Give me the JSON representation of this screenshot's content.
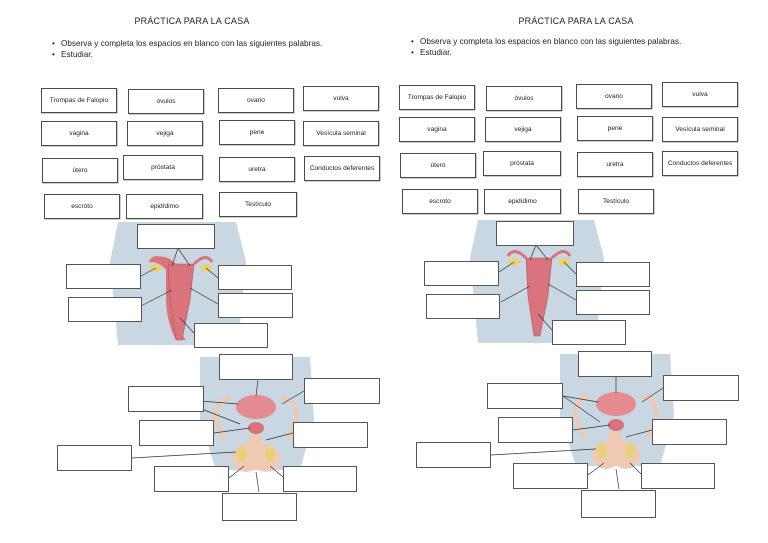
{
  "worksheets": [
    {
      "title": "PRÁCTICA PARA LA CASA",
      "instructions": [
        "Observa y completa los espacios en blanco con las siguientes palabras.",
        "Estudiar."
      ],
      "words": [
        "Trompas de Falopio",
        "óvulos",
        "ovario",
        "vulva",
        "vagina",
        "vejiga",
        "pene",
        "Vesícula seminal",
        "útero",
        "próstata",
        "uretra",
        "Conductos deferentes",
        "escroto",
        "epidídimo",
        "Testículo"
      ]
    },
    {
      "title": "PRÁCTICA PARA LA CASA",
      "instructions": [
        "Observa y completa los espacios en blanco con las siguientes palabras.",
        "Estudiar."
      ],
      "words": [
        "Trompas de Falopio",
        "óvulos",
        "ovario",
        "vulva",
        "vagina",
        "vejiga",
        "pene",
        "Vesícula seminal",
        "útero",
        "próstata",
        "uretra",
        "Conductos deferentes",
        "escroto",
        "epidídimo",
        "Testículo"
      ]
    }
  ],
  "colors": {
    "body_silhouette": "#c9d7e2",
    "uterus": "#d9737c",
    "organ_pink": "#e48b8f",
    "skin_tone": "#f0c9b2",
    "gland_yellow": "#e6d27a"
  }
}
